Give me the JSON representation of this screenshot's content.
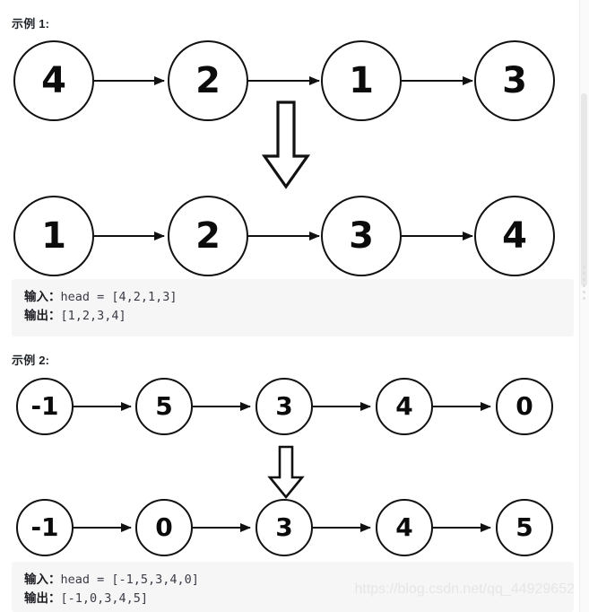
{
  "page": {
    "background": "#ffffff",
    "watermark": "https://blog.csdn.net/qq_44929652",
    "node_stroke_color": "#111111",
    "code_block_background": "#f6f6f6",
    "code_text_color": "#3b3b46"
  },
  "examples": [
    {
      "label": "示例 1:",
      "before": {
        "nodes": [
          "4",
          "2",
          "1",
          "3"
        ],
        "arrow_count": 3
      },
      "transform_icon": "down-block-arrow",
      "after": {
        "nodes": [
          "1",
          "2",
          "3",
          "4"
        ],
        "arrow_count": 3
      },
      "code": {
        "input_label": "输入：",
        "input_value": "head = [4,2,1,3]",
        "output_label": "输出：",
        "output_value": "[1,2,3,4]"
      }
    },
    {
      "label": "示例 2:",
      "before": {
        "nodes": [
          "-1",
          "5",
          "3",
          "4",
          "0"
        ],
        "arrow_count": 4
      },
      "transform_icon": "down-block-arrow",
      "after": {
        "nodes": [
          "-1",
          "0",
          "3",
          "4",
          "5"
        ],
        "arrow_count": 4
      },
      "code": {
        "input_label": "输入：",
        "input_value": "head = [-1,5,3,4,0]",
        "output_label": "输出：",
        "output_value": "[-1,0,3,4,5]"
      }
    }
  ],
  "scrollbar": {
    "name": "vertical-scrollbar",
    "thumb_color": "#e8e8e8",
    "track_color": "#fafafa"
  }
}
